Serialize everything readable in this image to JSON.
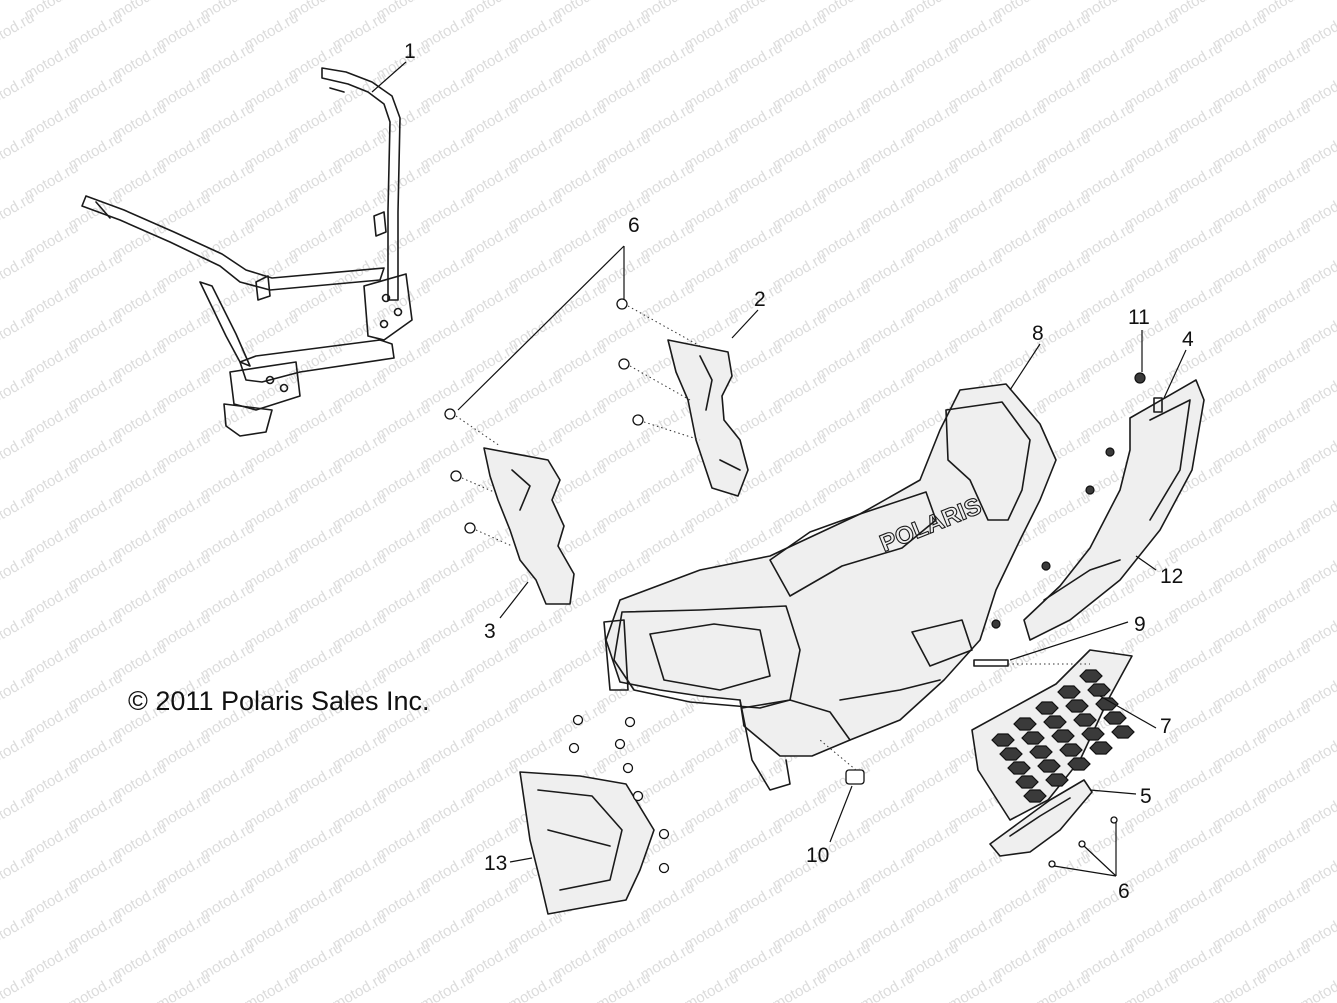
{
  "copyright": "© 2011 Polaris Sales Inc.",
  "watermark": "motod.ru",
  "brand_on_part": "POLARIS",
  "callouts": [
    {
      "id": "c1",
      "label": "1"
    },
    {
      "id": "c2",
      "label": "2"
    },
    {
      "id": "c3",
      "label": "3"
    },
    {
      "id": "c4",
      "label": "4"
    },
    {
      "id": "c5",
      "label": "5"
    },
    {
      "id": "c6a",
      "label": "6"
    },
    {
      "id": "c6b",
      "label": "6"
    },
    {
      "id": "c7",
      "label": "7"
    },
    {
      "id": "c8",
      "label": "8"
    },
    {
      "id": "c9",
      "label": "9"
    },
    {
      "id": "c10",
      "label": "10"
    },
    {
      "id": "c11",
      "label": "11"
    },
    {
      "id": "c12",
      "label": "12"
    },
    {
      "id": "c13",
      "label": "13"
    }
  ],
  "colors": {
    "line": "#1a1a1a",
    "watermark": "#dcdcdc",
    "background": "#ffffff"
  }
}
